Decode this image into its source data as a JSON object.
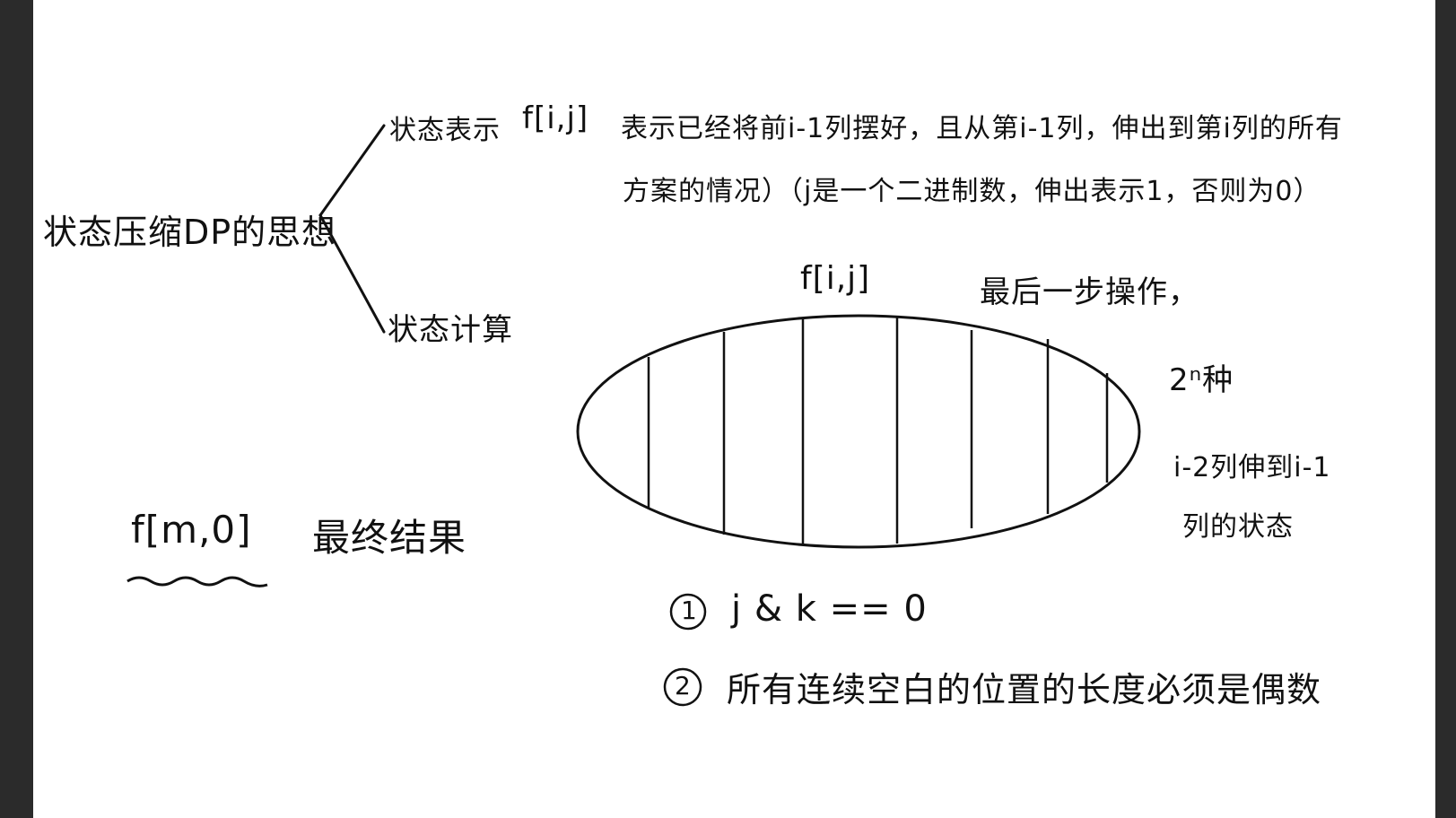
{
  "colors": {
    "ink": "#111111",
    "paper": "#ffffff",
    "frame": "#2b2b2b"
  },
  "root": "状态压缩DP的思想",
  "branch_state_repr": {
    "label": "状态表示",
    "formula": "f[i,j]",
    "desc_line1": "表示已经将前i-1列摆好，且从第i-1列，伸出到第i列的所有",
    "desc_line2": "方案的情况）（j是一个二进制数，伸出表示1，否则为0）"
  },
  "branch_state_calc": {
    "label": "状态计算"
  },
  "ellipse_labels": {
    "top_formula": "f[i,j]",
    "last_step": "最后一步操作，",
    "count": "2ⁿ种",
    "note_line1": "i-2列伸到i-1",
    "note_line2": "列的状态"
  },
  "final": {
    "formula": "f[m,0]",
    "label": "最终结果"
  },
  "conditions": [
    {
      "mark": "①",
      "text": "j & k == 0"
    },
    {
      "mark": "②",
      "text": "所有连续空白的位置的长度必须是偶数"
    }
  ]
}
